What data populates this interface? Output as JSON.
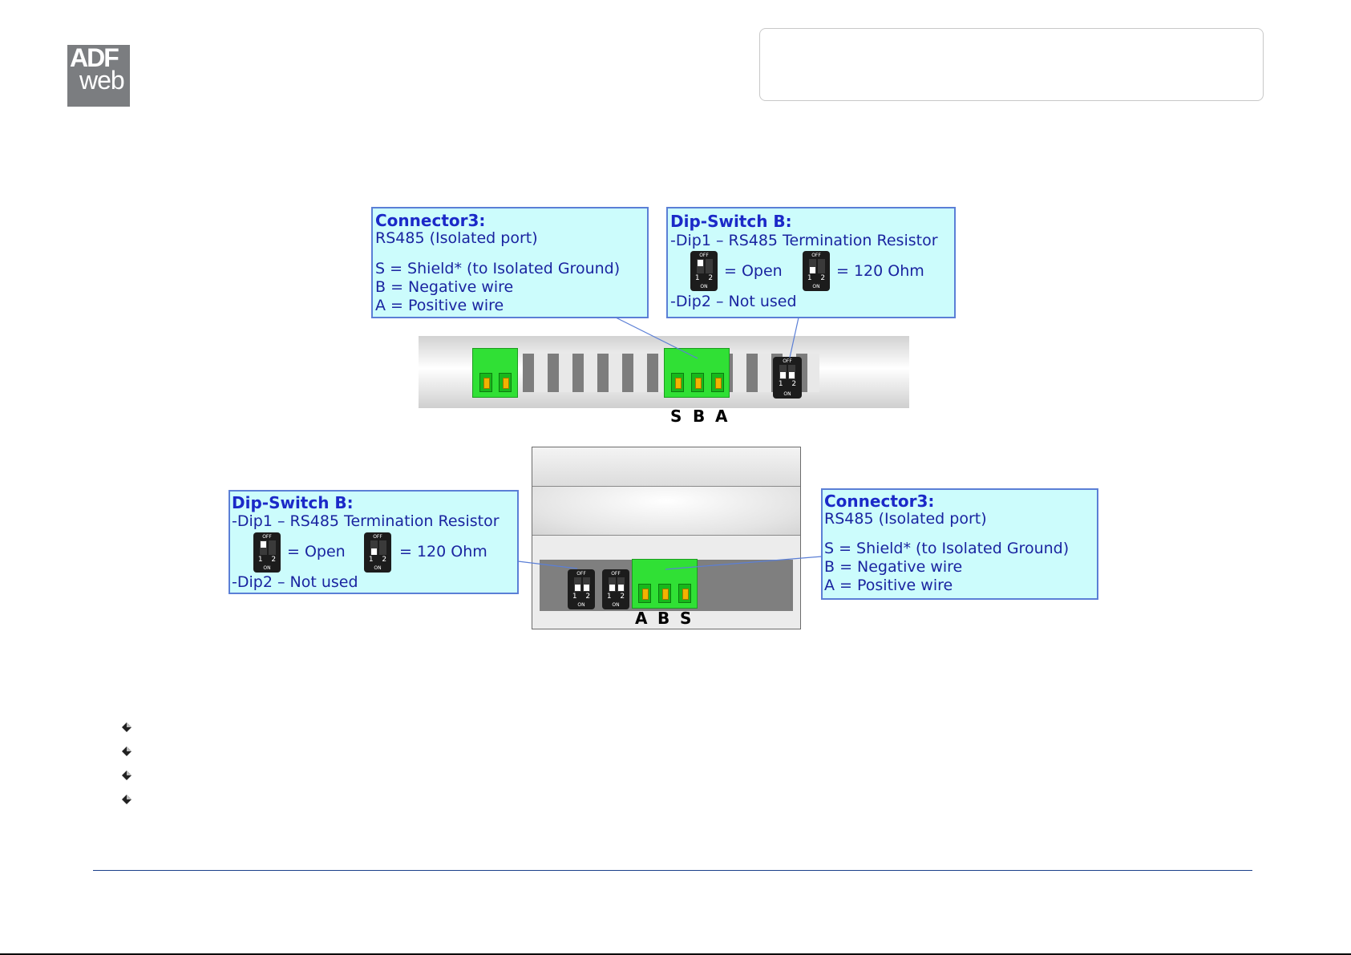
{
  "logo": {
    "line1": "ADF",
    "line2": "web"
  },
  "top_callout_left": {
    "title": "Connector3:",
    "lines": [
      "RS485 (Isolated port)",
      "S = Shield* (to Isolated Ground)",
      "B = Negative wire",
      "A = Positive wire"
    ]
  },
  "top_callout_right": {
    "title": "Dip-Switch B:",
    "dip1": "-Dip1 – RS485 Termination Resistor",
    "open": "= Open",
    "ohm": "= 120 Ohm",
    "dip2": "-Dip2 – Not used"
  },
  "bottom_callout_left": {
    "title": "Dip-Switch B:",
    "dip1": "-Dip1 – RS485 Termination Resistor",
    "open": "= Open",
    "ohm": "= 120 Ohm",
    "dip2": "-Dip2 – Not used"
  },
  "bottom_callout_right": {
    "title": "Connector3:",
    "lines": [
      "RS485 (Isolated port)",
      "S = Shield* (to Isolated Ground)",
      "B = Negative wire",
      "A = Positive wire"
    ]
  },
  "dip_switch": {
    "off": "OFF",
    "on": "ON",
    "nums": "1 2"
  },
  "top_pins": [
    "S",
    "B",
    "A"
  ],
  "bottom_pins": [
    "A",
    "B",
    "S"
  ],
  "colors": {
    "callout_bg": "#ccfcfc",
    "callout_border": "#5b7fd6",
    "title": "#1b29c8",
    "text": "#1a24a0",
    "terminal": "#30e035",
    "footer_line": "#1a3f8a"
  }
}
